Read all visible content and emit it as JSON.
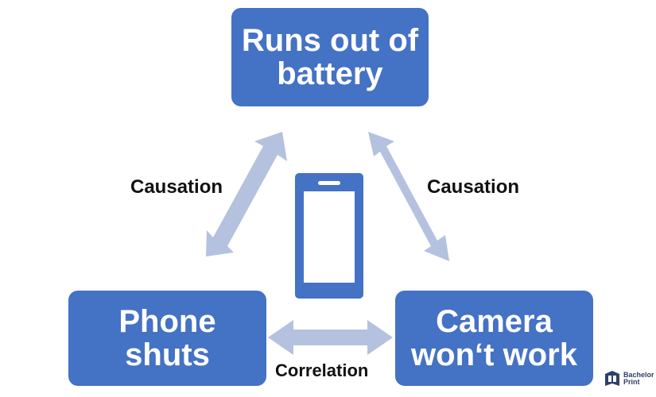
{
  "nodes": {
    "top": {
      "line1": "Runs out of",
      "line2": "battery"
    },
    "left": {
      "line1": "Phone",
      "line2": "shuts"
    },
    "right": {
      "line1": "Camera",
      "line2": "won‘t work"
    }
  },
  "labels": {
    "left": "Causation",
    "right": "Causation",
    "bottom": "Correlation"
  },
  "logo": {
    "line1": "Bachelor",
    "line2": "Print"
  },
  "colors": {
    "box": "#4472c4",
    "arrow": "#b4c2e0",
    "text": "#111111"
  },
  "icons": {
    "center": "smartphone-icon",
    "logo": "bachelorprint-logo-icon"
  }
}
